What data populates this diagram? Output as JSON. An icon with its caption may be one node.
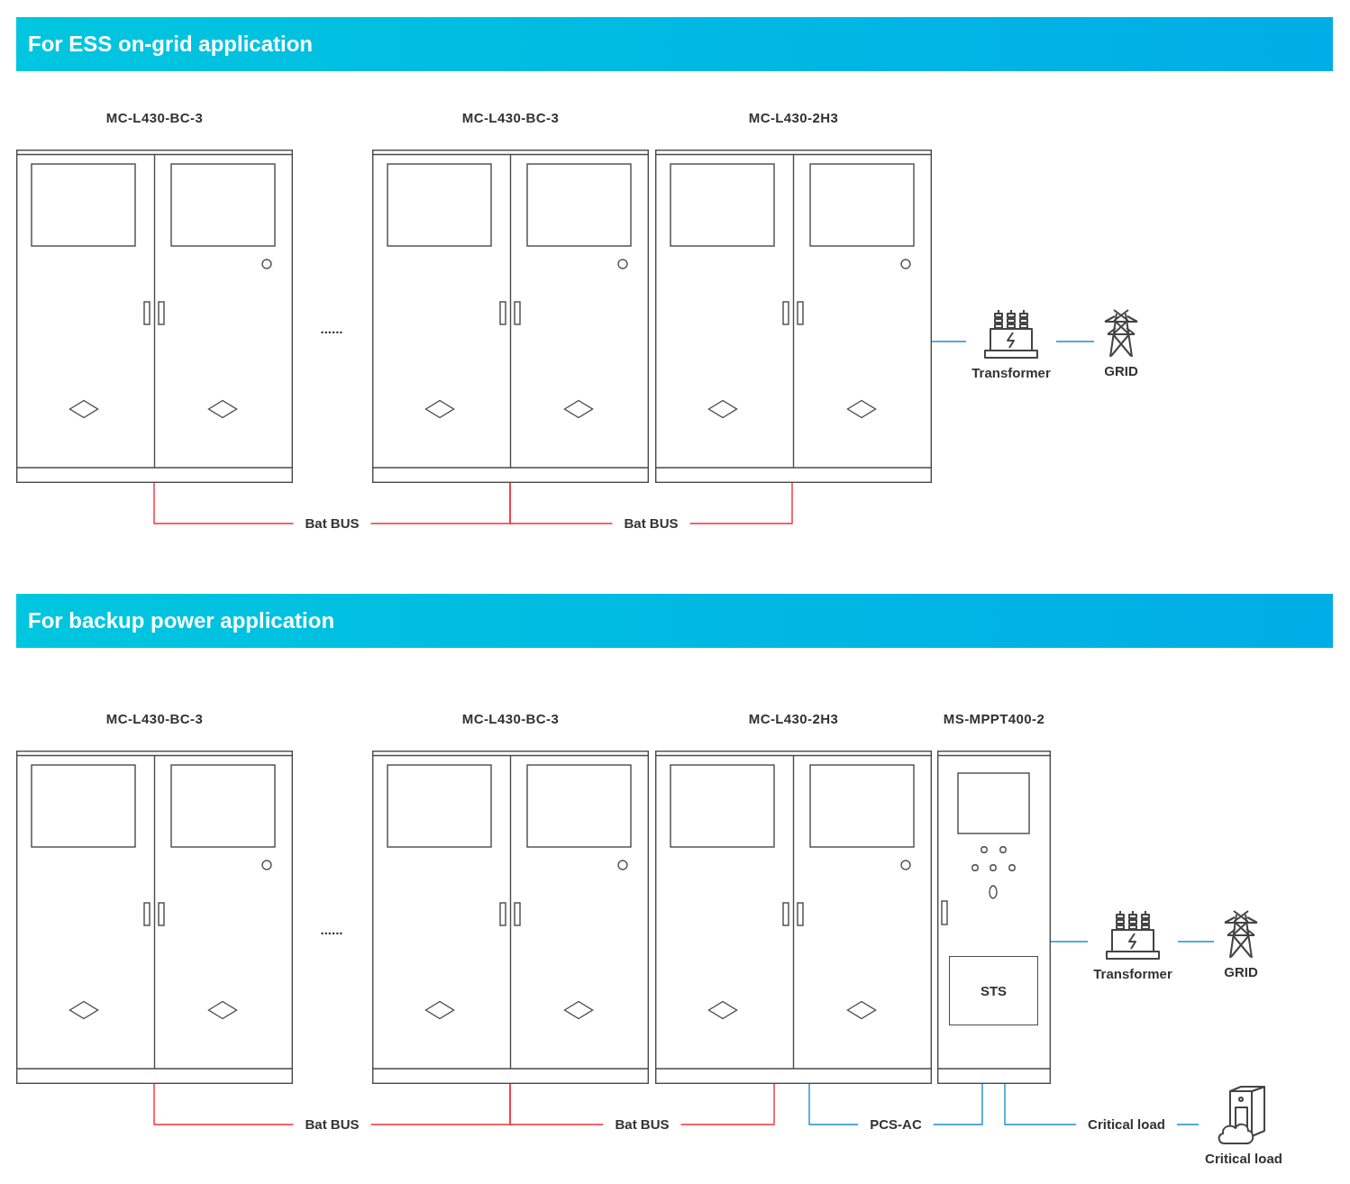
{
  "diagram": {
    "nodes": [
      {
        "text": [
          "For ESS on-grid application"
        ]
      },
      {
        "text": [
          "MC-L430-BC-3"
        ]
      },
      {
        "text": [
          "MC-L430-BC-3"
        ]
      },
      {
        "text": [
          "MC-L430-2H3"
        ]
      },
      {
        "text": [
          "Transformer"
        ]
      },
      {
        "text": [
          "GRID"
        ]
      },
      {
        "text": [
          "For backup power application"
        ]
      },
      {
        "text": [
          "MC-L430-BC-3"
        ]
      },
      {
        "text": [
          "MC-L430-BC-3"
        ]
      },
      {
        "text": [
          "MC-L430-2H3"
        ]
      },
      {
        "text": [
          "MS-MPPT400-2"
        ]
      },
      {
        "text": [
          "STS"
        ],
        "in": 10
      },
      {
        "text": [
          "Transformer"
        ]
      },
      {
        "text": [
          "GRID"
        ]
      },
      {
        "text": [
          "Critical load"
        ]
      }
    ],
    "edges": [
      {
        "from": 1,
        "to": 2,
        "arrow": "none",
        "label": "Bat BUS",
        "color": "#f0323c"
      },
      {
        "from": 2,
        "to": 3,
        "arrow": "none",
        "label": "Bat BUS",
        "color": "#f0323c"
      },
      {
        "from": 3,
        "to": 4,
        "arrow": "none"
      },
      {
        "from": 4,
        "to": 5,
        "arrow": "none"
      },
      {
        "from": 7,
        "to": 8,
        "arrow": "none",
        "label": "Bat BUS",
        "color": "#f0323c"
      },
      {
        "from": 8,
        "to": 9,
        "arrow": "none",
        "label": "Bat BUS",
        "color": "#f0323c"
      },
      {
        "from": 9,
        "to": 10,
        "arrow": "none",
        "label": "PCS-AC"
      },
      {
        "from": 10,
        "to": 12,
        "arrow": "none"
      },
      {
        "from": 12,
        "to": 13,
        "arrow": "none"
      },
      {
        "from": 10,
        "to": 14,
        "arrow": "none",
        "label": "Critical load"
      }
    ],
    "labels": [
      "......",
      "......"
    ]
  }
}
